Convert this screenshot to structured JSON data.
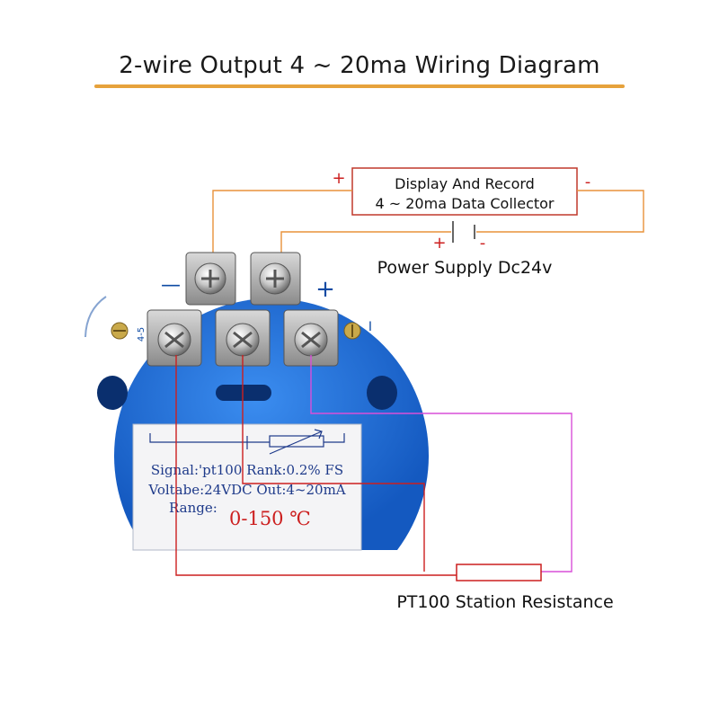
{
  "title": "2-wire Output 4 ~ 20ma Wiring Diagram",
  "collector": {
    "line1": "Display And Record",
    "line2": "4 ~ 20ma Data Collector",
    "plus": "+",
    "minus": "-"
  },
  "power_supply": {
    "label": "Power Supply Dc24v",
    "plus": "+",
    "minus": "-"
  },
  "module": {
    "top_minus": "—",
    "top_plus": "+",
    "left_mark": "4-5",
    "right_mark": "I",
    "label_line1": "Signal:'pt100  Rank:0.2% FS",
    "label_line2": "Voltabe:24VDC  Out:4~20mA",
    "range_label": "Range:",
    "range_value": "0-150 ℃"
  },
  "resistor_label": "PT100 Station Resistance",
  "colors": {
    "title_underline": "#e6a23c",
    "orange_wire": "#e8923a",
    "red_wire": "#cc1f1f",
    "magenta_wire": "#d94fd9",
    "module_blue": "#1e6fd8",
    "range_red": "#cc1f1f"
  }
}
